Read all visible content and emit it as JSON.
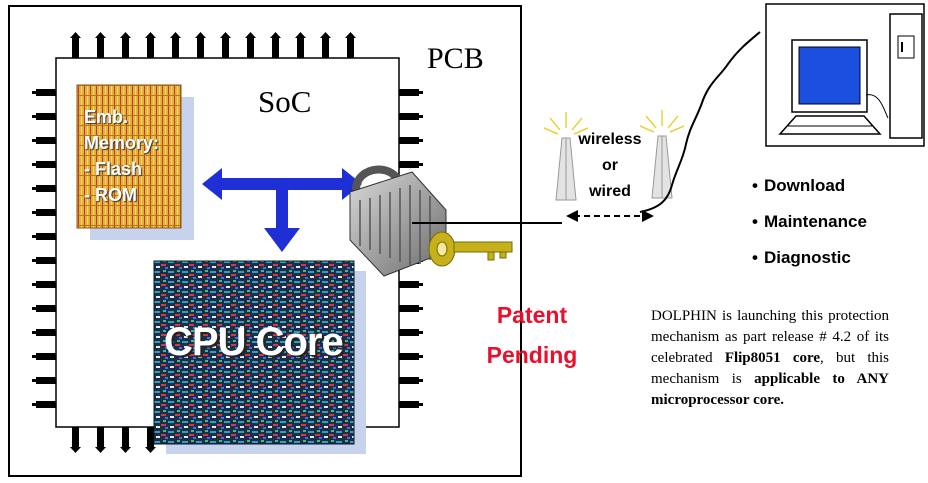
{
  "pcb": {
    "label": "PCB"
  },
  "soc": {
    "label": "SoC"
  },
  "memory": {
    "lines": [
      "Emb.",
      "Memory:",
      "- Flash",
      "- ROM"
    ]
  },
  "cpu": {
    "label": "CPU Core"
  },
  "link": {
    "line1": "wireless",
    "line2": "or",
    "line3": "wired"
  },
  "services": [
    "Download",
    "Maintenance",
    "Diagnostic"
  ],
  "patent": {
    "line1": "Patent",
    "line2": "Pending"
  },
  "description": {
    "part1": "DOLPHIN is launching this protection mechanism as part release # 4.2 of its celebrated ",
    "bold1": "Flip8051 core",
    "part2": ", but this mechanism is ",
    "bold2": "applicable to ANY microprocessor core."
  },
  "colors": {
    "arrow": "#1f2fd6",
    "patent": "#e8102c",
    "screen": "#1a4fe0",
    "key": "#c7b11a"
  }
}
